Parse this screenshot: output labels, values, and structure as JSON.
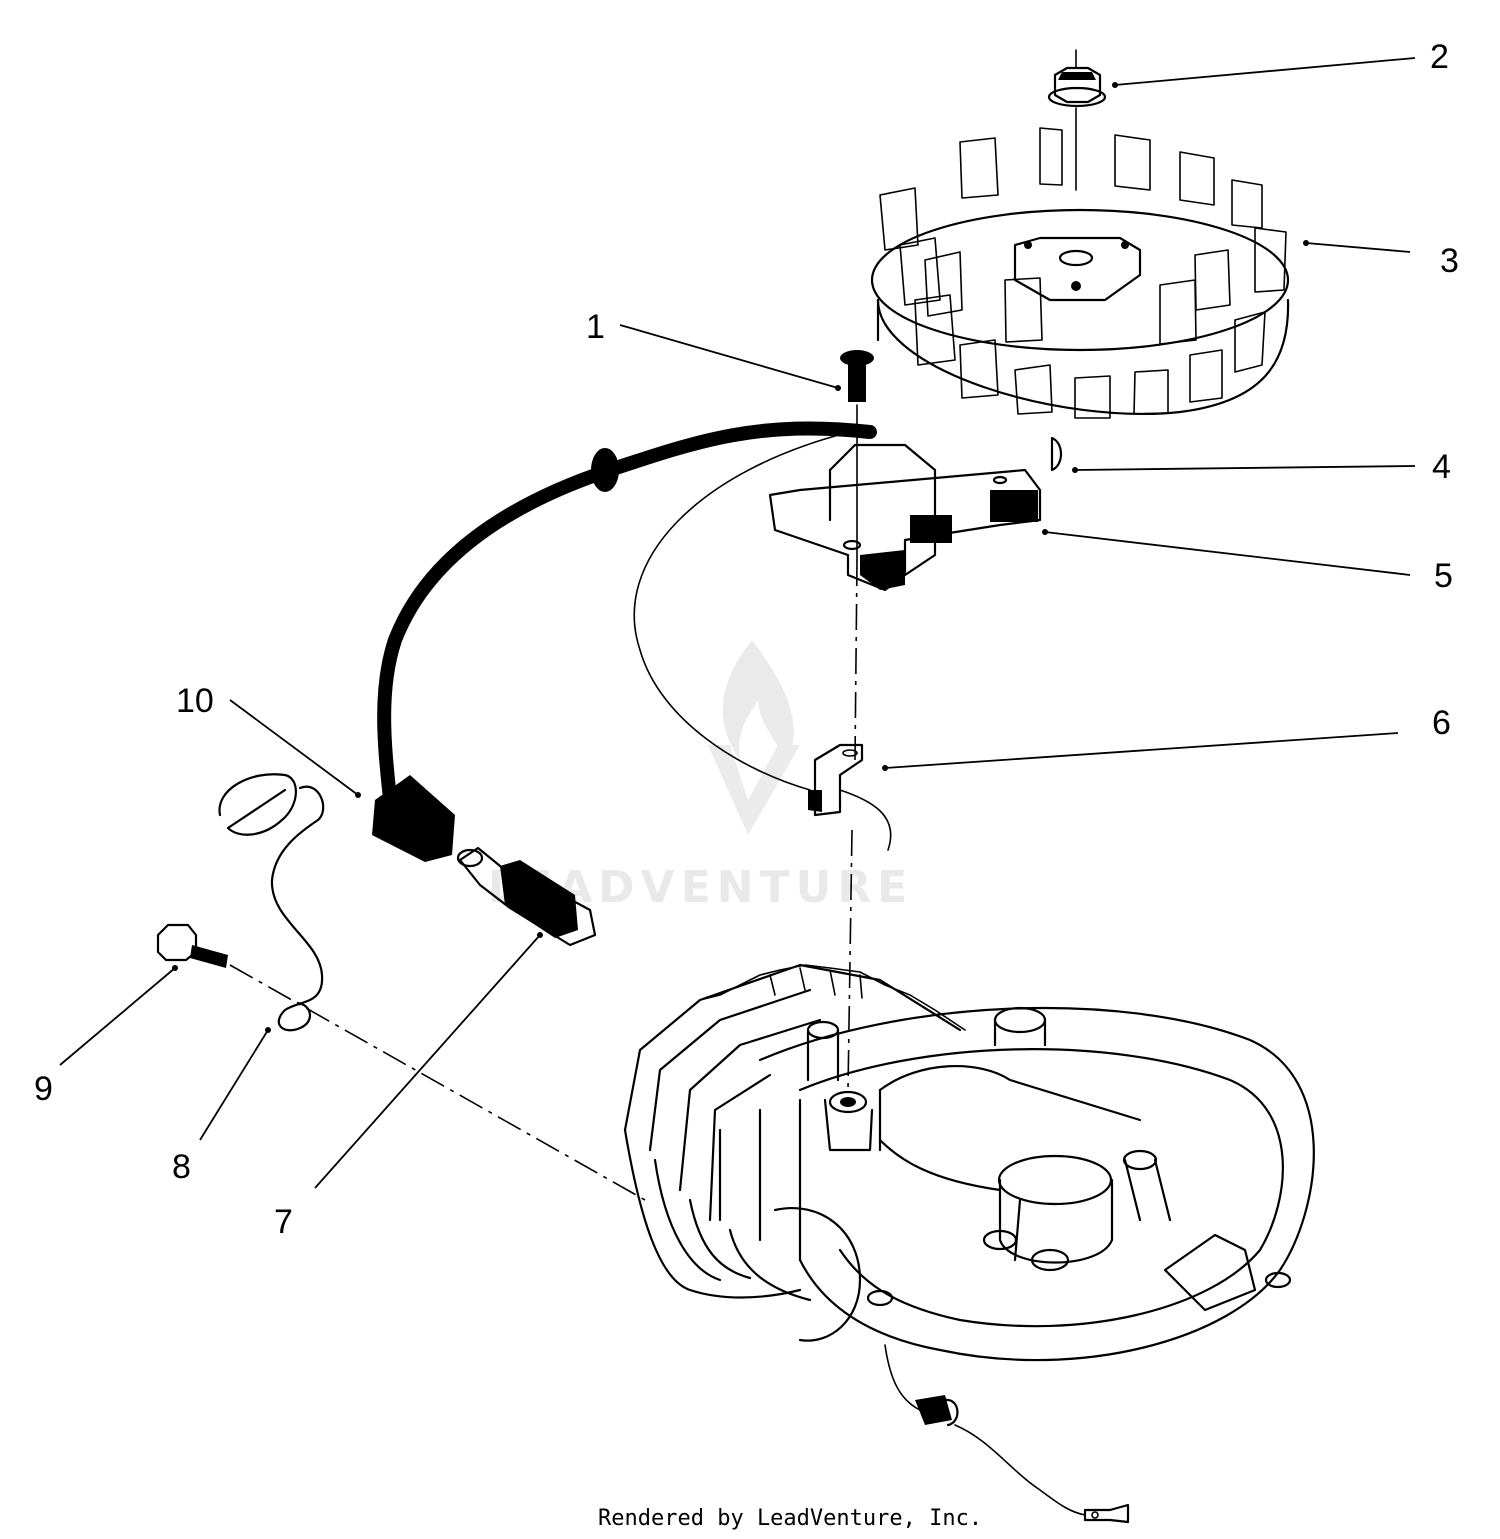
{
  "callouts": [
    {
      "id": "1",
      "label": "1"
    },
    {
      "id": "2",
      "label": "2"
    },
    {
      "id": "3",
      "label": "3"
    },
    {
      "id": "4",
      "label": "4"
    },
    {
      "id": "5",
      "label": "5"
    },
    {
      "id": "6",
      "label": "6"
    },
    {
      "id": "7",
      "label": "7"
    },
    {
      "id": "8",
      "label": "8"
    },
    {
      "id": "9",
      "label": "9"
    },
    {
      "id": "10",
      "label": "10"
    }
  ],
  "watermark": {
    "text": "LEADVENTURE"
  },
  "footer": {
    "credit": "Rendered by LeadVenture, Inc."
  }
}
